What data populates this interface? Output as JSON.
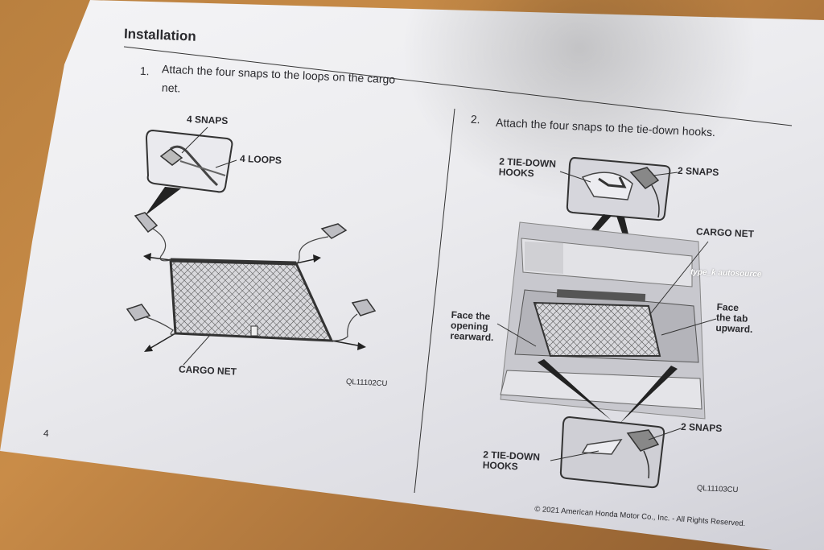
{
  "section_title": "Installation",
  "step1": {
    "number": "1.",
    "line1": "Attach the four snaps to the loops on the cargo",
    "line2": "net."
  },
  "step2": {
    "number": "2.",
    "text": "Attach the four snaps to the tie-down hooks."
  },
  "labels": {
    "snaps_left": "4 SNAPS",
    "loops_left": "4 LOOPS",
    "cargo_net_left": "CARGO NET",
    "code_left": "QL11102CU",
    "tie_down_top": "2 TIE-DOWN\nHOOKS",
    "snaps_top_right": "2 SNAPS",
    "cargo_net_right": "CARGO NET",
    "face_opening": "Face the\nopening\nrearward.",
    "face_tab": "Face\nthe tab\nupward.",
    "snaps_bottom_right": "2 SNAPS",
    "tie_down_bottom": "2 TIE-DOWN\nHOOKS",
    "code_right": "QL11103CU"
  },
  "page_number": "4",
  "copyright": "© 2021 American Honda Motor Co., Inc. - All Rights Reserved.",
  "watermark": "type_k autosource"
}
